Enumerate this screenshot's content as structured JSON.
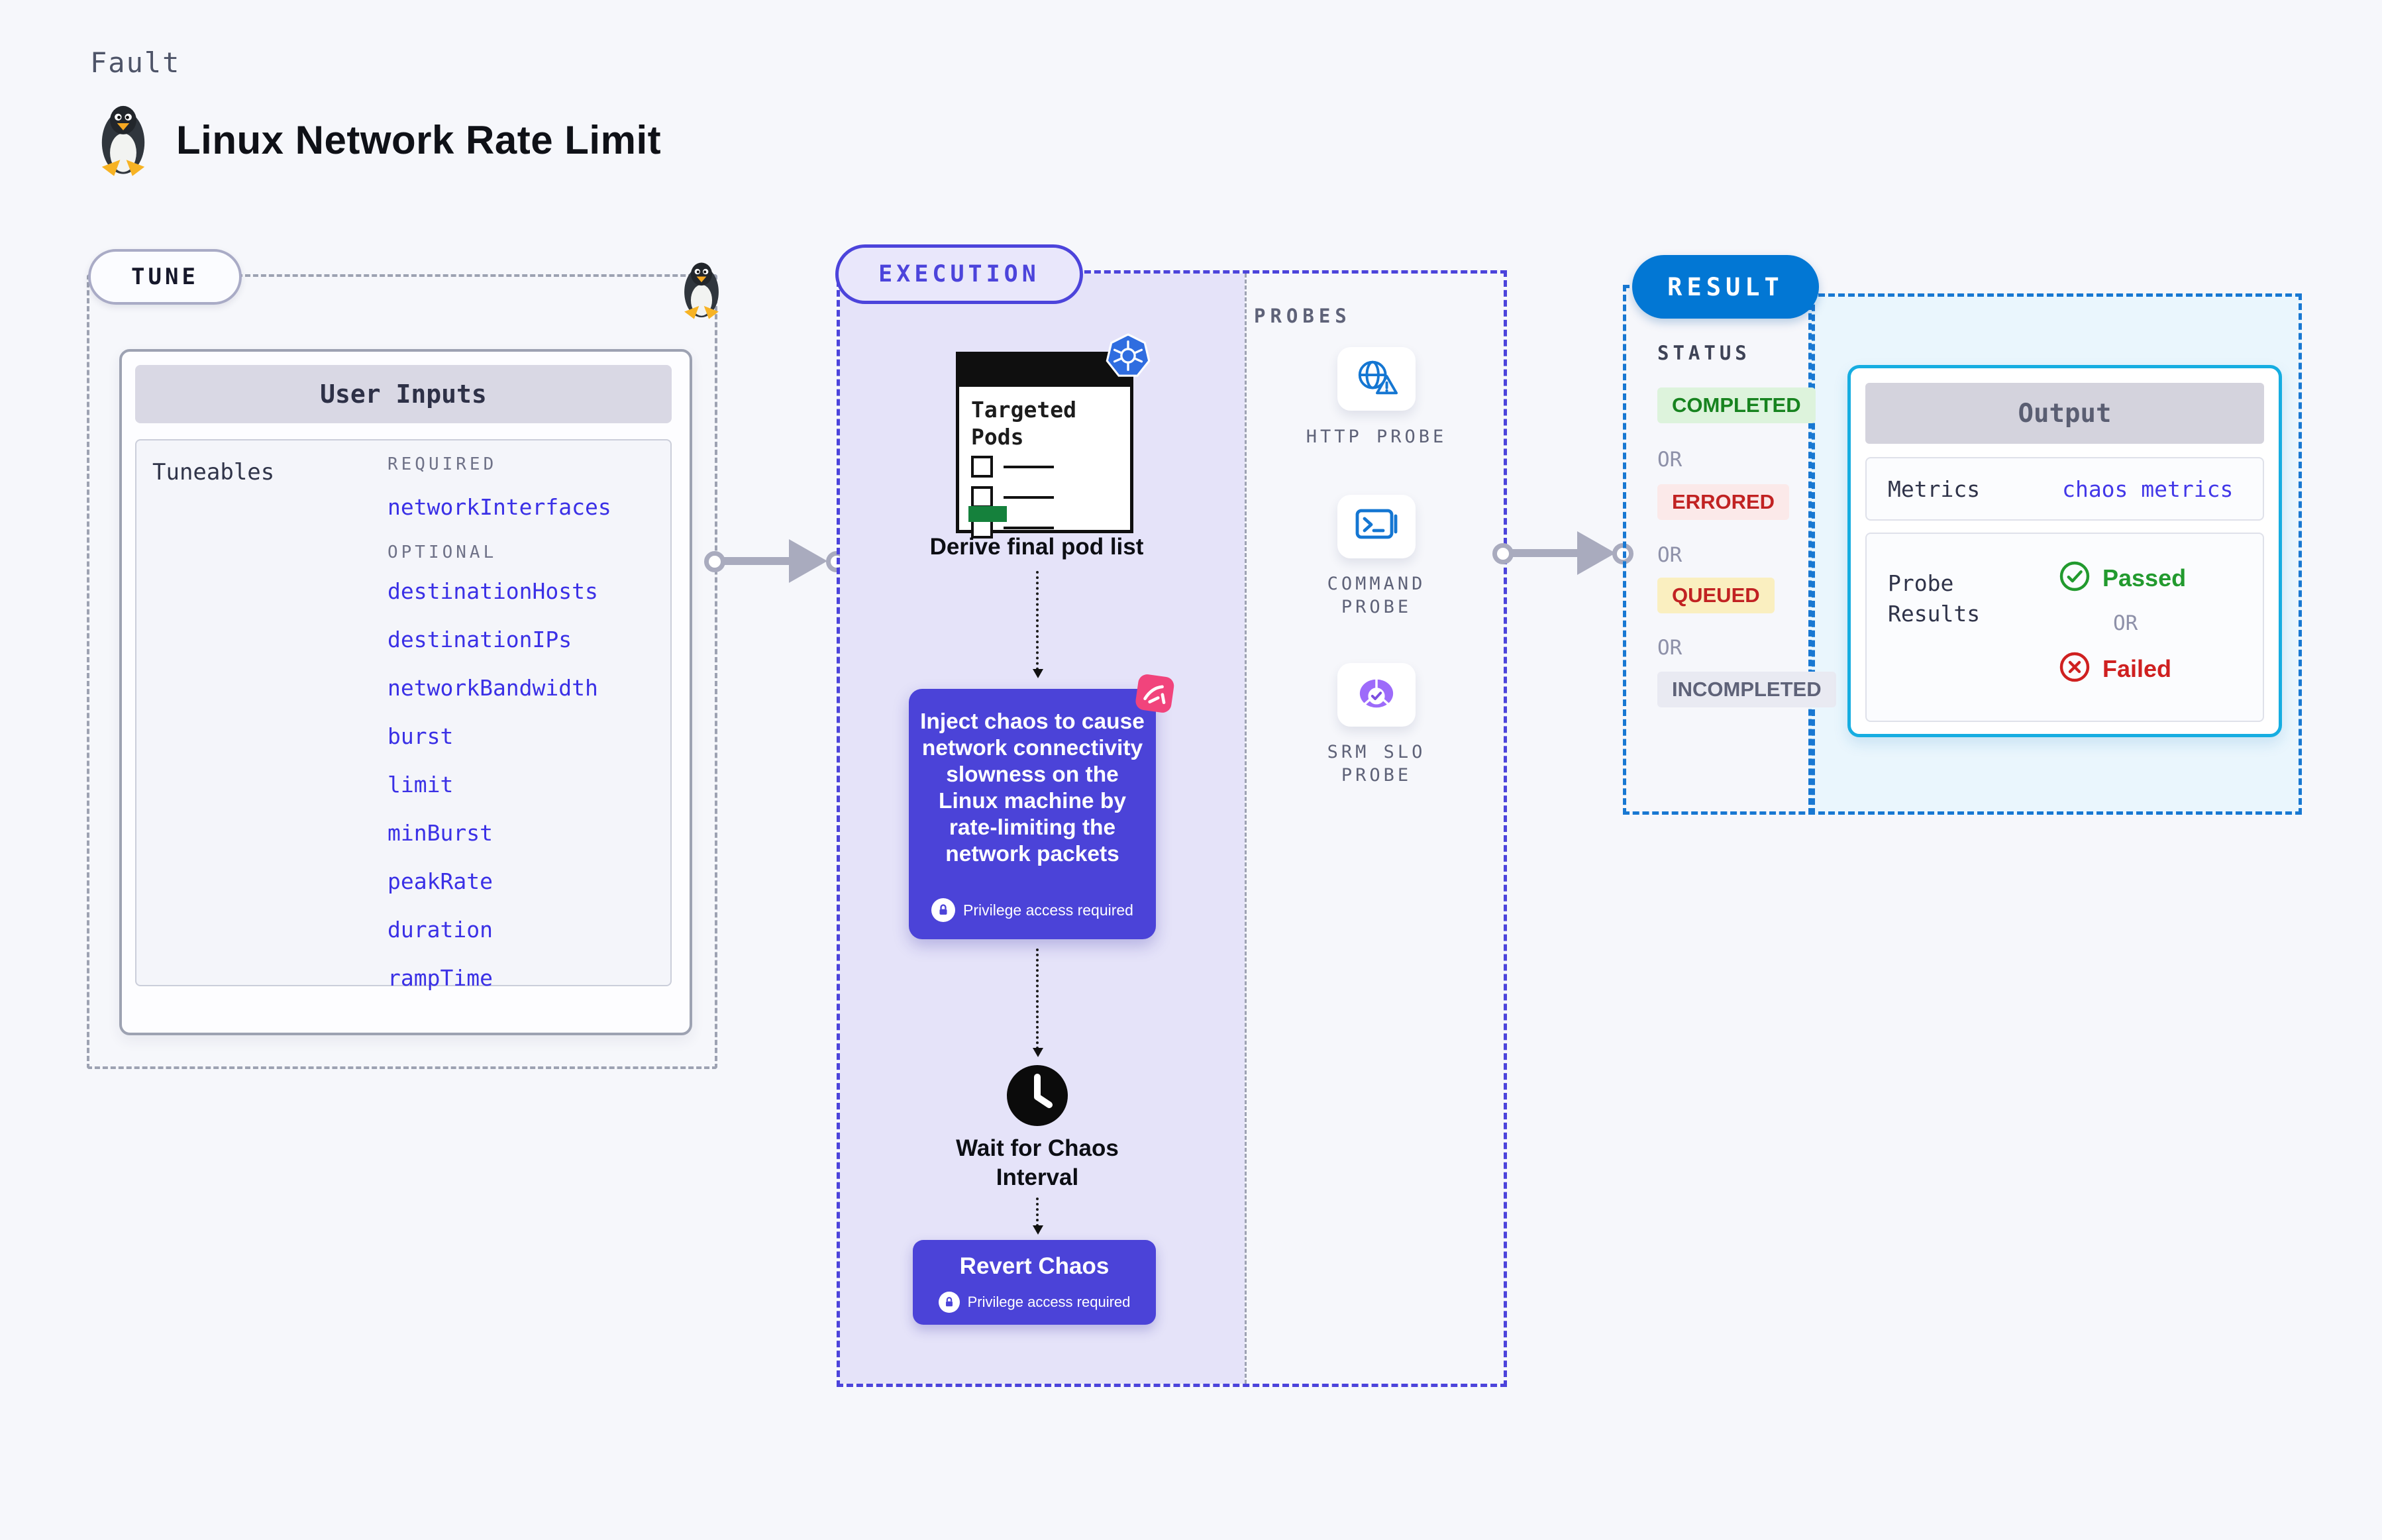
{
  "page": {
    "kind_label": "Fault",
    "title": "Linux Network Rate Limit"
  },
  "tune": {
    "badge": "TUNE",
    "card_title": "User Inputs",
    "tuneables_label": "Tuneables",
    "required_label": "REQUIRED",
    "required": [
      "networkInterfaces"
    ],
    "optional_label": "OPTIONAL",
    "optional": [
      "destinationHosts",
      "destinationIPs",
      "networkBandwidth",
      "burst",
      "limit",
      "minBurst",
      "peakRate",
      "duration",
      "rampTime"
    ]
  },
  "execution": {
    "badge": "EXECUTION",
    "targeted_pods_title": "Targeted\nPods",
    "derive_label": "Derive final pod list",
    "inject_text": "Inject chaos to cause network connectivity slowness on the Linux machine by rate-limiting the network packets",
    "privilege_label": "Privilege access required",
    "wait_label": "Wait for Chaos\nInterval",
    "revert_label": "Revert Chaos"
  },
  "probes": {
    "label": "PROBES",
    "items": [
      {
        "label": "HTTP PROBE",
        "icon": "globe-warning-icon"
      },
      {
        "label": "COMMAND\nPROBE",
        "icon": "terminal-icon"
      },
      {
        "label": "SRM SLO\nPROBE",
        "icon": "slo-donut-icon"
      }
    ]
  },
  "result": {
    "badge": "RESULT",
    "status_label": "STATUS",
    "or_label": "OR",
    "statuses": [
      {
        "label": "COMPLETED"
      },
      {
        "label": "ERRORED"
      },
      {
        "label": "QUEUED"
      },
      {
        "label": "INCOMPLETED"
      }
    ],
    "output": {
      "title": "Output",
      "metrics_label": "Metrics",
      "metrics_value": "chaos metrics",
      "probe_results_label": "Probe\nResults",
      "passed_label": "Passed",
      "failed_label": "Failed"
    }
  },
  "colors": {
    "page_bg": "#F6F7FB",
    "indigo_box": "#4B43D8",
    "indigo_border": "#4C44DB",
    "lavender_fill": "#E5E3F9",
    "gray_dash": "#9DA2B2",
    "arrow_gray": "#A9ABBE",
    "result_blue": "#0277D4",
    "result_dash_blue": "#1878D2",
    "output_cyan_border": "#16ADE1",
    "cyan_fill": "#EAF6FD",
    "tuneable_link_blue": "#3A30E6",
    "completed_green": "#17831F",
    "errored_red": "#C12222",
    "passed_green": "#229A2E",
    "failed_red": "#CF2020",
    "k8s_blue": "#326CE5",
    "chaos_pink": "#F1447C",
    "probe_icon_blue": "#1476D2",
    "slo_purple": "#8B5CF6",
    "pods_green_bar": "#15813C"
  }
}
